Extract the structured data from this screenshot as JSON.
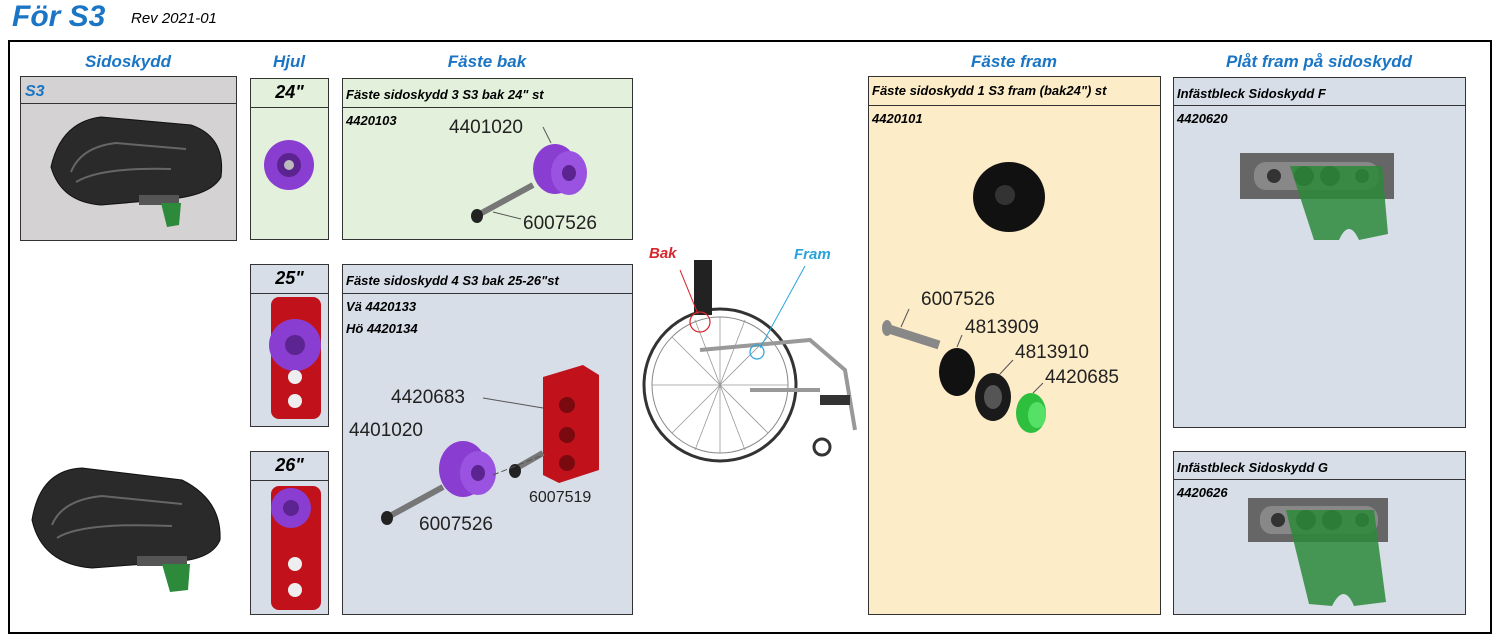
{
  "header": {
    "title": "För S3",
    "rev": "Rev 2021-01"
  },
  "columns": {
    "sidoskydd": "Sidoskydd",
    "hjul": "Hjul",
    "faste_bak": "Fäste bak",
    "faste_fram": "Fäste fram",
    "plat_fram": "Plåt fram på sidoskydd"
  },
  "sidoskydd": {
    "model": "S3"
  },
  "hjul": {
    "sizes": [
      "24\"",
      "25\"",
      "26\""
    ]
  },
  "faste_bak": {
    "kit1": {
      "title": "Fäste sidoskydd 3 S3 bak 24\" st",
      "article": "4420103",
      "parts": [
        "4401020",
        "6007526"
      ]
    },
    "kit2": {
      "title": "Fäste sidoskydd 4 S3 bak 25-26\"st",
      "article_left": "Vä 4420133",
      "article_right": "Hö 4420134",
      "parts": [
        "4420683",
        "4401020",
        "6007519",
        "6007526"
      ]
    }
  },
  "wheelchair": {
    "bak_label": "Bak",
    "fram_label": "Fram",
    "bak_color": "#d7262d",
    "fram_color": "#29a3d9"
  },
  "faste_fram": {
    "title": "Fäste sidoskydd 1 S3 fram (bak24\") st",
    "article": "4420101",
    "parts": [
      "6007526",
      "4813909",
      "4813910",
      "4420685"
    ]
  },
  "plat_fram": {
    "f": {
      "title": "Infästbleck Sidoskydd F",
      "article": "4420620"
    },
    "g": {
      "title": "Infästbleck Sidoskydd G",
      "article": "4420626"
    }
  },
  "colors": {
    "accent": "#1a75c4",
    "purple": "#8a3ed1",
    "red": "#c1121b",
    "green": "#2c8a3a"
  }
}
